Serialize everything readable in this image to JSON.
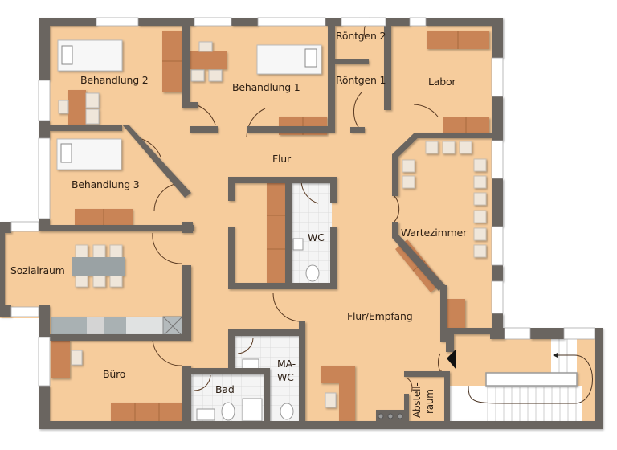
{
  "plan": {
    "type": "floor-plan",
    "colors": {
      "floor": "#f6cc9c",
      "wall": "#6b6561",
      "furniture_wood": "#c98456",
      "furniture_wood_dark": "#b5703f",
      "chair": "#efe6da",
      "tile": "#f3f3f3",
      "table_grey": "#9aa2a4",
      "window": "#ffffff",
      "door_arc": "#5a3a22"
    },
    "rooms": [
      {
        "id": "behandlung-2",
        "label": "Behandlung 2"
      },
      {
        "id": "behandlung-1",
        "label": "Behandlung 1"
      },
      {
        "id": "roentgen-2",
        "label": "Röntgen 2"
      },
      {
        "id": "roentgen-1",
        "label": "Röntgen 1"
      },
      {
        "id": "labor",
        "label": "Labor"
      },
      {
        "id": "flur",
        "label": "Flur"
      },
      {
        "id": "behandlung-3",
        "label": "Behandlung 3"
      },
      {
        "id": "wc",
        "label": "WC"
      },
      {
        "id": "wartezimmer",
        "label": "Wartezimmer"
      },
      {
        "id": "sozialraum",
        "label": "Sozialraum"
      },
      {
        "id": "flur-empfang",
        "label": "Flur/Empfang"
      },
      {
        "id": "buero",
        "label": "Büro"
      },
      {
        "id": "bad",
        "label": "Bad"
      },
      {
        "id": "ma-wc",
        "label_line1": "MA-",
        "label_line2": "WC"
      },
      {
        "id": "abstellraum",
        "label_line1": "Abstell-",
        "label_line2": "raum"
      }
    ],
    "entrance_marker": "entrance-arrow-icon",
    "staircase": "staircase"
  }
}
